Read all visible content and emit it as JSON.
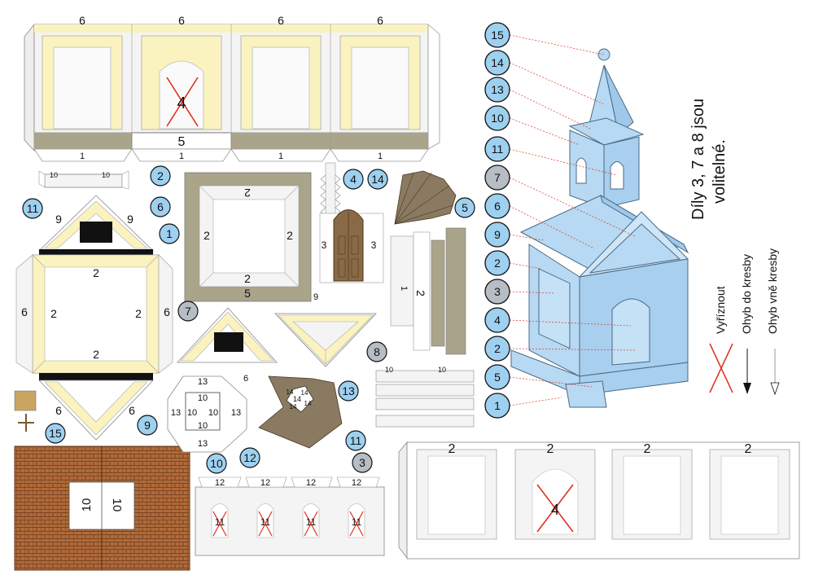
{
  "colors": {
    "wall_cream": "#fbf3bf",
    "wall_white": "#f4f4f4",
    "base_olive": "#a9a48a",
    "door_brown": "#8a6a45",
    "roof_tile": "#b06a3a",
    "model_blue": "#b7d9f3",
    "callout_blue": "#9ed0f0",
    "callout_grey": "#b7bdc5",
    "red_line": "#e03020"
  },
  "top_wall": {
    "panel_labels": [
      "6",
      "6",
      "6",
      "6"
    ],
    "door_mark": "4",
    "base_mark": "5",
    "tab_labels": [
      "1",
      "1",
      "1",
      "1"
    ]
  },
  "bottom_wall": {
    "panel_labels": [
      "2",
      "2",
      "2",
      "2"
    ],
    "door_mark": "4"
  },
  "center_frame": {
    "labels": [
      "2",
      "2",
      "2",
      "2",
      "5"
    ]
  },
  "left_base": {
    "labels": [
      "2",
      "2",
      "2",
      "2"
    ],
    "side_labels": [
      "6",
      "6"
    ],
    "gable_labels": [
      "9",
      "9"
    ],
    "lower_labels": [
      "6",
      "6"
    ]
  },
  "door_piece": {
    "labels": [
      "3",
      "3"
    ]
  },
  "strip_pieces": {
    "labels": [
      "10",
      "10"
    ],
    "right_labels": [
      "2",
      "1"
    ]
  },
  "small_strips": {
    "labels": [
      "10",
      "10"
    ]
  },
  "octagon": {
    "labels": [
      "13",
      "13",
      "13",
      "13",
      "10",
      "10",
      "10",
      "10"
    ]
  },
  "pentagon": {
    "labels": [
      "14",
      "14",
      "14",
      "14",
      "14"
    ]
  },
  "gable_small": {
    "label": "6",
    "label2": "9"
  },
  "roof": {
    "labels": [
      "10",
      "10"
    ]
  },
  "belfry": {
    "tab_labels": [
      "12",
      "12",
      "12",
      "12"
    ],
    "window_marks": [
      "11",
      "11",
      "11",
      "11"
    ]
  },
  "callouts_left": [
    "2",
    "11",
    "6",
    "1",
    "7",
    "15",
    "9",
    "10",
    "12",
    "4",
    "14",
    "5",
    "8",
    "13",
    "11",
    "3"
  ],
  "callouts_right": [
    "15",
    "14",
    "13",
    "10",
    "11",
    "7",
    "6",
    "9",
    "2",
    "3",
    "4",
    "2",
    "5",
    "1"
  ],
  "note": {
    "line1": "Díly 3, 7 a 8 jsou",
    "line2": "volitelné."
  },
  "legend": {
    "cut": "Vyříznout",
    "fold_in": "Ohyb do kresby",
    "fold_out": "Ohyb vně kresby"
  }
}
